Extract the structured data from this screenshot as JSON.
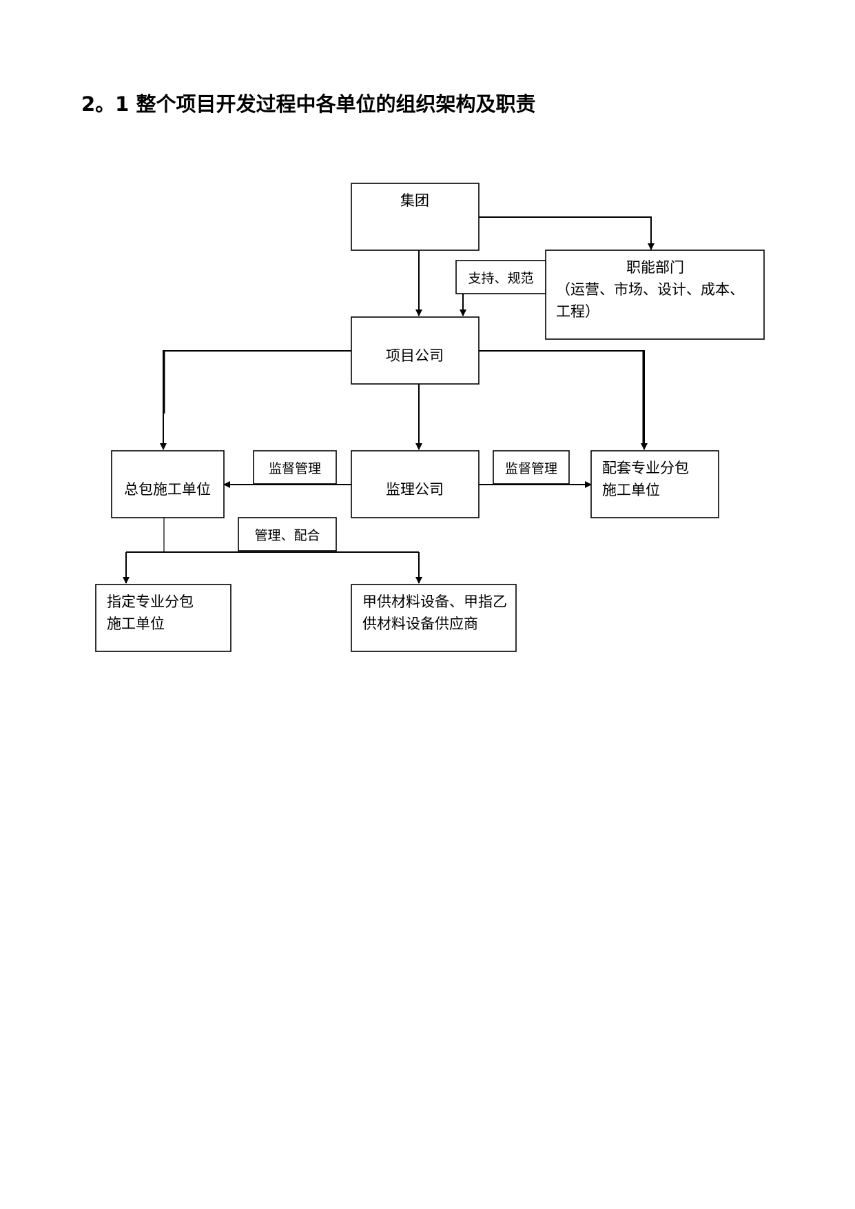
{
  "heading": "2。1 整个项目开发过程中各单位的组织架构及职责",
  "colors": {
    "stroke": "#000000",
    "background": "#ffffff"
  },
  "nodes": {
    "group": "集团",
    "functional_dept": [
      "职能部门",
      "（运营、市场、设计、成本、",
      "工程）"
    ],
    "project_company": "项目公司",
    "general_contractor": "总包施工单位",
    "supervision_company": "监理公司",
    "supporting_subcontractor": [
      "配套专业分包",
      "施工单位"
    ],
    "designated_subcontractor": [
      "指定专业分包",
      "施工单位"
    ],
    "supplier": [
      "甲供材料设备、甲指乙",
      "供材料设备供应商"
    ]
  },
  "labels": {
    "support_norms": "支持、规范",
    "supervise_left": "监督管理",
    "supervise_right": "监督管理",
    "manage_coordinate": "管理、配合"
  }
}
